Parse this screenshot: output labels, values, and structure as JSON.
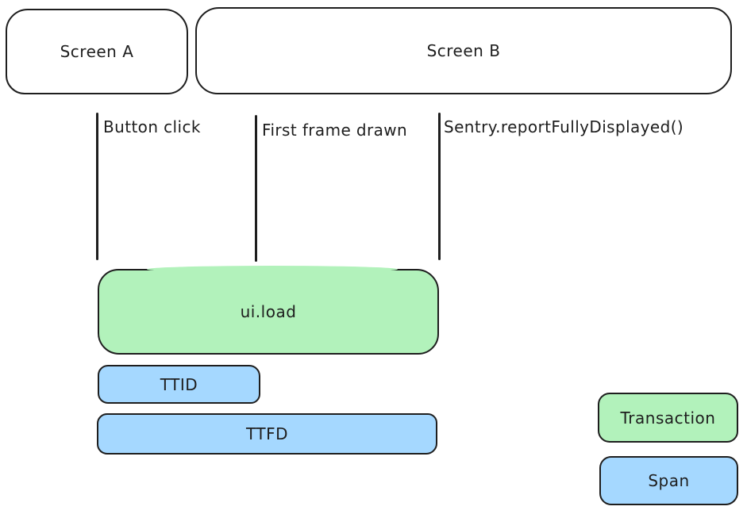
{
  "colors": {
    "stroke": "#1e1e1e",
    "transaction_fill": "#b2f2bb",
    "span_fill": "#a5d8ff",
    "background": "#ffffff"
  },
  "screens": {
    "screen_a_label": "Screen A",
    "screen_b_label": "Screen B"
  },
  "timeline_markers": [
    {
      "label": "Button click"
    },
    {
      "label": "First frame drawn"
    },
    {
      "label": "Sentry.reportFullyDisplayed()"
    }
  ],
  "bars": {
    "transaction_label": "ui.load",
    "ttid_label": "TTID",
    "ttfd_label": "TTFD"
  },
  "legend": {
    "transaction_label": "Transaction",
    "span_label": "Span"
  }
}
